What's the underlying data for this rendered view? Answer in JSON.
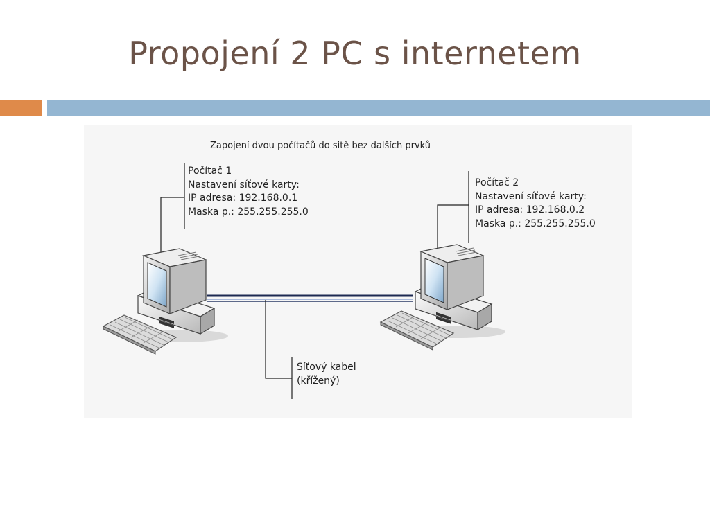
{
  "slide": {
    "title": "Propojení 2 PC s internetem"
  },
  "figure": {
    "heading": "Zapojení dvou počítačů do sitě bez dalších prvků",
    "pc1": {
      "name": "Počítač 1",
      "setting_label": "Nastavení síťové karty:",
      "ip": "IP adresa: 192.168.0.1",
      "mask": "Maska p.: 255.255.255.0"
    },
    "pc2": {
      "name": "Počítač 2",
      "setting_label": "Nastavení síťové karty:",
      "ip": "IP adresa: 192.168.0.2",
      "mask": "Maska p.: 255.255.255.0"
    },
    "cable": {
      "label": "Síťový kabel",
      "note": "(křížený)"
    }
  },
  "colors": {
    "title": "#6b5348",
    "accent_orange": "#df8a4a",
    "accent_blue": "#94b6d2"
  }
}
